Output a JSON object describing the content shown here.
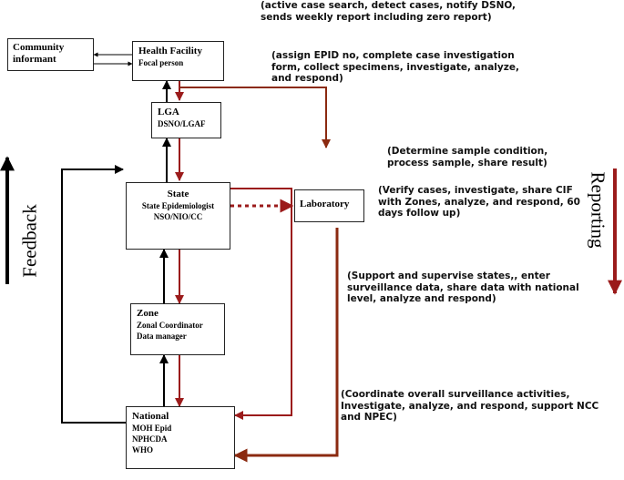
{
  "nodes": {
    "community": {
      "title": "Community informant"
    },
    "health_facility": {
      "title": "Health Facility",
      "lines": [
        "Focal person"
      ]
    },
    "lga": {
      "title": "LGA",
      "lines": [
        "DSNO/LGAF"
      ]
    },
    "state": {
      "title": "State",
      "lines": [
        "State Epidemiologist",
        "NSO/NIO/CC"
      ]
    },
    "laboratory": {
      "title": "Laboratory"
    },
    "zone": {
      "title": "Zone",
      "lines": [
        "Zonal Coordinator",
        "Data manager"
      ]
    },
    "national": {
      "title": "National",
      "lines": [
        "MOH Epid",
        "NPHCDA",
        "WHO"
      ]
    }
  },
  "notes": {
    "health_facility": [
      "(active case search, detect cases, notify DSNO,",
      "sends weekly report including zero report)"
    ],
    "lga": [
      "(assign EPID no, complete case investigation",
      "form, collect specimens, investigate, analyze,",
      "and respond)"
    ],
    "laboratory": [
      "(Determine sample condition,",
      "process sample, share result)"
    ],
    "state": [
      "(Verify cases, investigate, share CIF",
      "with Zones, analyze, and respond, 60",
      "days follow up)"
    ],
    "zone": [
      "(Support and supervise states,, enter",
      "surveillance data, share data with national",
      "level, analyze and respond)"
    ],
    "national": [
      "(Coordinate overall surveillance activities,",
      "Investigate, analyze, and respond, support NCC",
      "and NPEC)"
    ]
  },
  "side_labels": {
    "feedback": "Feedback",
    "reporting": "Reporting"
  },
  "colors": {
    "reporting": "#9b1b1b",
    "reporting_long": "#8b2a10",
    "feedback": "#000000"
  }
}
